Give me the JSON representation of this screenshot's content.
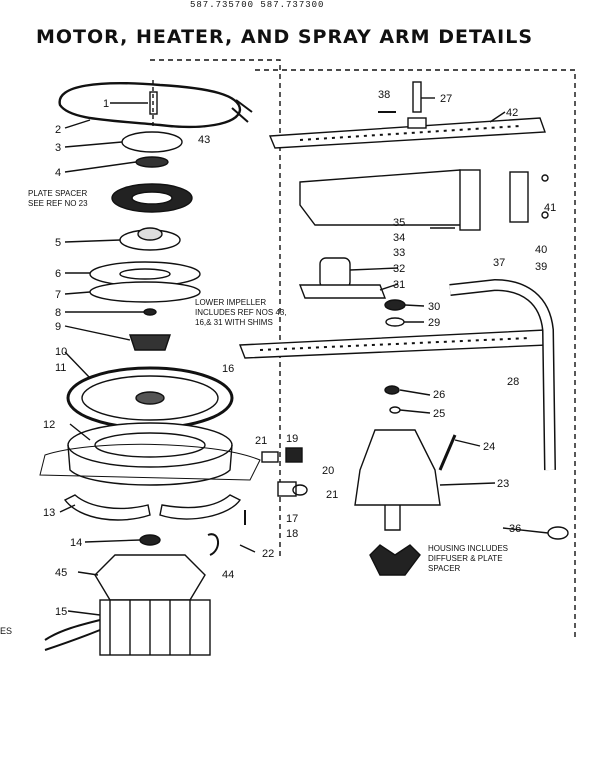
{
  "header": {
    "model_numbers": "587.735700 587.737300",
    "title": "MOTOR, HEATER, AND SPRAY ARM DETAILS"
  },
  "notes": {
    "plate_spacer": [
      "PLATE SPACER",
      "SEE REF NO 23"
    ],
    "lower_impeller": [
      "LOWER IMPELLER",
      "INCLUDES REF NOS 43,",
      "16,& 31 WITH SHIMS"
    ],
    "housing": [
      "HOUSING INCLUDES",
      "DIFFUSER & PLATE",
      "SPACER"
    ]
  },
  "edge_text": "ES",
  "callouts": [
    "1",
    "2",
    "3",
    "43",
    "4",
    "5",
    "6",
    "7",
    "8",
    "9",
    "10",
    "11",
    "16",
    "12",
    "13",
    "14",
    "45",
    "15",
    "21",
    "19",
    "20",
    "21",
    "17",
    "18",
    "22",
    "44",
    "38",
    "27",
    "42",
    "41",
    "35",
    "34",
    "33",
    "40",
    "39",
    "32",
    "37",
    "31",
    "30",
    "29",
    "28",
    "26",
    "25",
    "24",
    "23",
    "36"
  ]
}
